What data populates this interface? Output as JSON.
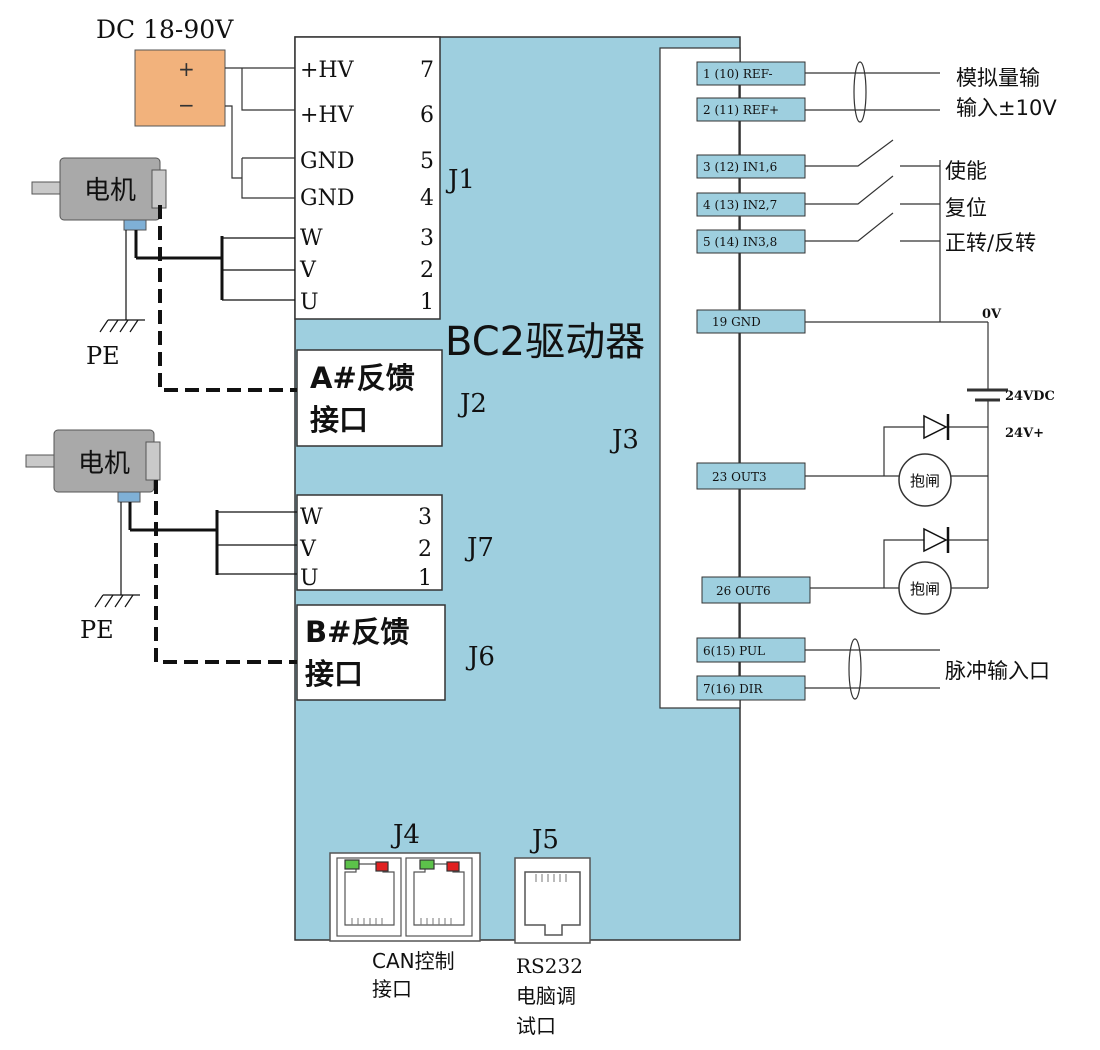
{
  "power": {
    "label": "DC 18-90V",
    "plus": "+",
    "minus": "−"
  },
  "motor_a": {
    "label": "电机",
    "pe": "PE"
  },
  "motor_b": {
    "label": "电机",
    "pe": "PE"
  },
  "driver": {
    "title": "BC2驱动器",
    "j1": "J1",
    "j2": "J2",
    "j3": "J3",
    "j4": "J4",
    "j5": "J5",
    "j6": "J6",
    "j7": "J7"
  },
  "j1_pins": [
    {
      "name": "+HV",
      "num": "7"
    },
    {
      "name": "+HV",
      "num": "6"
    },
    {
      "name": "GND",
      "num": "5"
    },
    {
      "name": "GND",
      "num": "4"
    },
    {
      "name": "W",
      "num": "3"
    },
    {
      "name": "V",
      "num": "2"
    },
    {
      "name": "U",
      "num": "1"
    }
  ],
  "j7_pins": [
    {
      "name": "W",
      "num": "3"
    },
    {
      "name": "V",
      "num": "2"
    },
    {
      "name": "U",
      "num": "1"
    }
  ],
  "feedback_a": {
    "line1": "A#反馈",
    "line2": "接口"
  },
  "feedback_b": {
    "line1": "B#反馈",
    "line2": "接口"
  },
  "j3_pins": [
    {
      "label": "1 (10)  REF-"
    },
    {
      "label": "2 (11)  REF+"
    },
    {
      "label": "3 (12) IN1,6"
    },
    {
      "label": "4 (13)  IN2,7"
    },
    {
      "label": "5 (14) IN3,8"
    },
    {
      "label": "19    GND"
    },
    {
      "label": "23    OUT3"
    },
    {
      "label": "26    OUT6"
    },
    {
      "label": "6(15) PUL"
    },
    {
      "label": "7(16) DIR"
    }
  ],
  "right_labels": {
    "analog1": "模拟量输",
    "analog2": "输入±10V",
    "enable": "使能",
    "reset": "复位",
    "direction": "正转/反转",
    "zero_v": "0V",
    "vdc": "24VDC",
    "v_plus": "24V+",
    "brake1": "抱闸",
    "brake2": "抱闸",
    "pulse": "脉冲输入口"
  },
  "bottom_labels": {
    "can1": "CAN控制",
    "can2": "接口",
    "rs1": "RS232",
    "rs2": "电脑调",
    "rs3": "试口"
  },
  "colors": {
    "driver_body": "#9ecfdf",
    "pin_box": "#9ecfdf",
    "power_box": "#f2b27c",
    "motor_body": "#a9a9a9",
    "led_green": "#5cc24a",
    "led_red": "#e02020"
  }
}
